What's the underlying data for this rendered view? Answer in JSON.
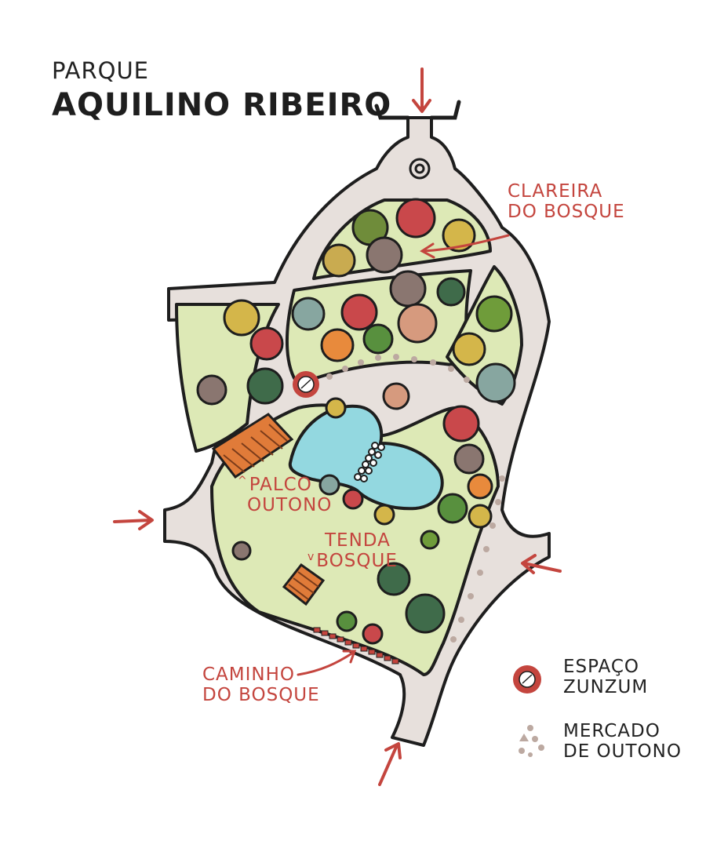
{
  "title": {
    "line1": "PARQUE",
    "line2": "AQUILINO RIBEIRO"
  },
  "labels": {
    "clareira": [
      "CLAREIRA",
      "DO BOSQUE"
    ],
    "palco": [
      "PALCO",
      "OUTONO"
    ],
    "tenda": [
      "TENDA",
      "BOSQUE"
    ],
    "caminho": [
      "CAMINHO",
      "DO BOSQUE"
    ]
  },
  "legend": {
    "espaco": [
      "ESPAÇO",
      "ZUNZUM"
    ],
    "mercado": [
      "MERCADO",
      "DE OUTONO"
    ]
  },
  "colors": {
    "path": "#e7e0dc",
    "lawn": "#dde9b6",
    "water": "#93d8e0",
    "accent_red": "#c4453e",
    "tree_outline": "#1e1e1e",
    "market_dots": "#bca9a1"
  },
  "icons": [
    "entrance-arrow-icon",
    "fountain-icon",
    "leaf-marker-icon",
    "tree-icon",
    "stage-icon",
    "tent-icon",
    "bridge-icon"
  ]
}
